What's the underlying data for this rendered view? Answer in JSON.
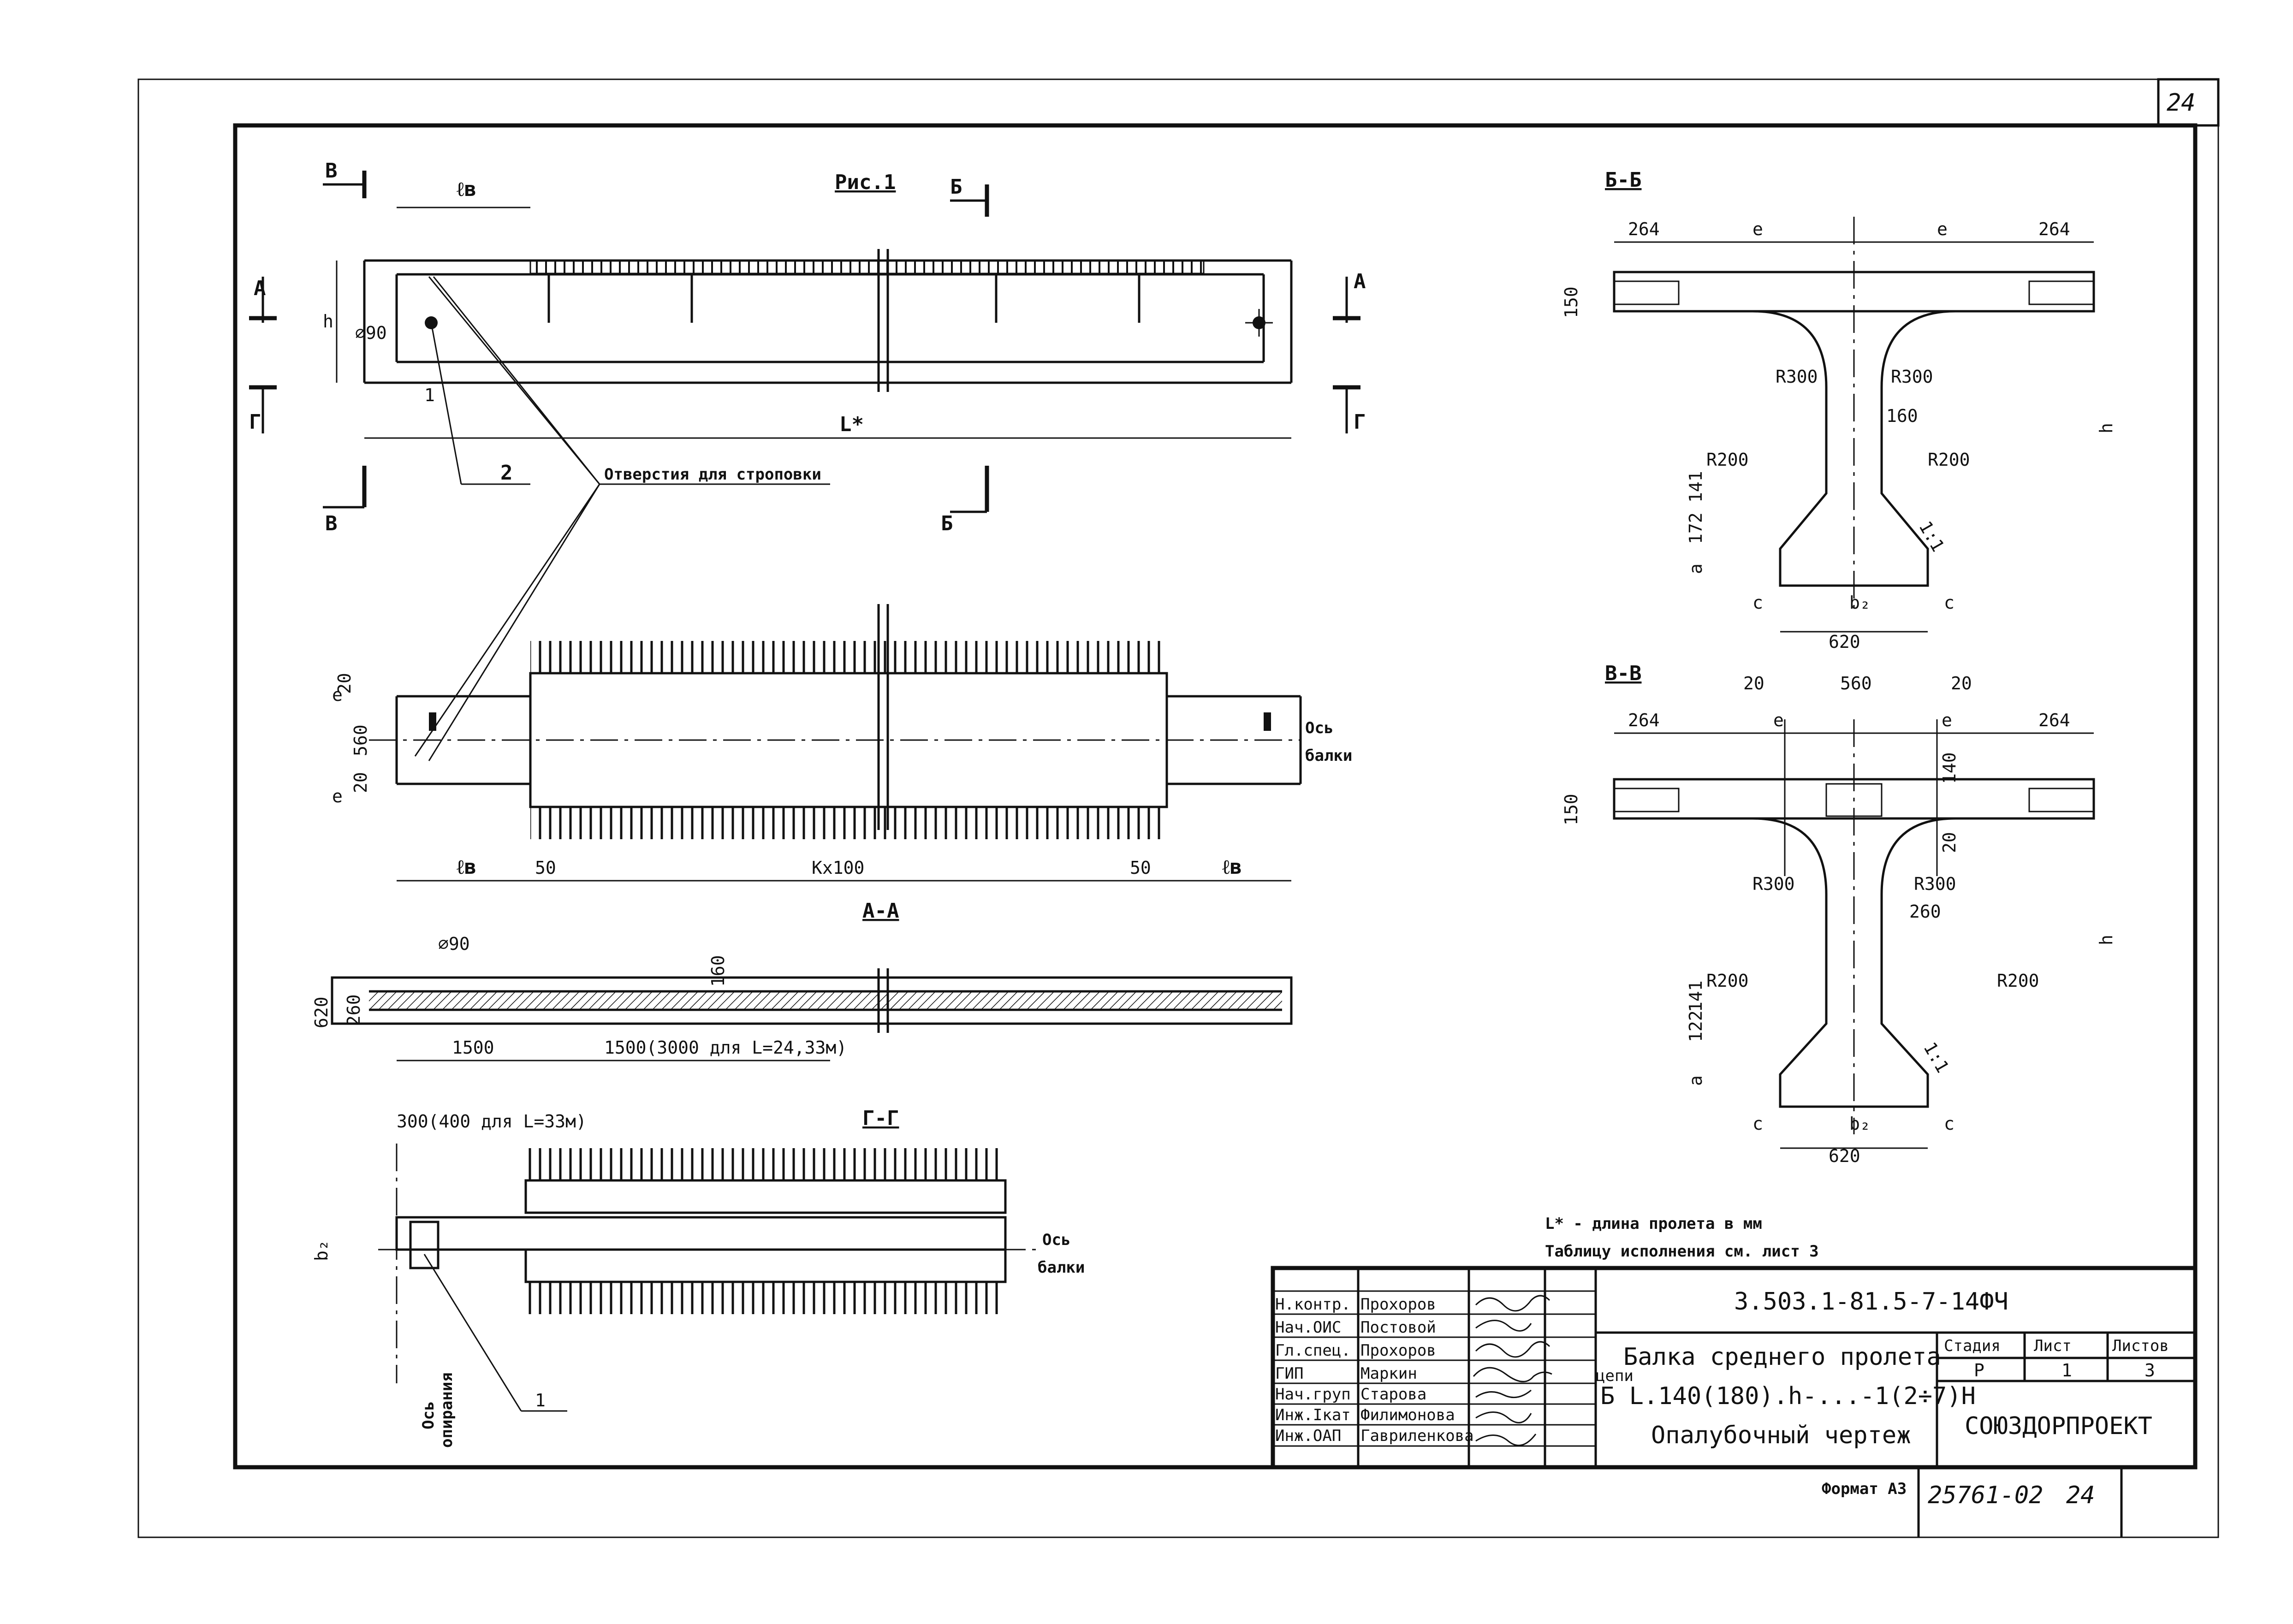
{
  "sheet": {
    "page_number": "24",
    "format_note": "Формат А3",
    "doc_number": "25761-02",
    "doc_sheet": "24"
  },
  "figure": {
    "title": "Рис.1",
    "lifting_holes_label": "Отверстия для строповки",
    "callout_1": "1",
    "callout_2": "2",
    "hole_diameter": "⌀90",
    "span_label": "L*",
    "h_label": "h",
    "lv_label": "ℓв",
    "sec_B": "Б",
    "sec_V": "В",
    "sec_A": "А",
    "sec_G": "Г",
    "axis_label_1": "Ось",
    "axis_label_2": "балки",
    "dim_e": "e",
    "dim_20": "20",
    "dim_560": "560",
    "dim_50": "50",
    "dim_kx100": "Kx100"
  },
  "section_AA": {
    "title": "А-А",
    "dim_620": "620",
    "dim_260": "260",
    "dim_160": "160",
    "dia": "⌀90",
    "dim_1500": "1500",
    "dim_1500_3000": "1500(3000 для L=24,33м)"
  },
  "section_GG": {
    "title": "Г-Г",
    "dim_300": "300(400 для L=33м)",
    "b2": "b₂",
    "axis_label_1": "Ось",
    "axis_label_2": "балки",
    "support_label_1": "Ось",
    "support_label_2": "опирания",
    "callout": "1"
  },
  "section_BB": {
    "title": "Б-Б",
    "dim_264_l": "264",
    "dim_264_r": "264",
    "dim_e_l": "e",
    "dim_e_r": "e",
    "dim_150": "150",
    "r300_l": "R300",
    "r300_r": "R300",
    "dim_160": "160",
    "r200_l": "R200",
    "r200_r": "R200",
    "dim_141": "141",
    "dim_172": "172",
    "dim_a": "a",
    "slope": "1:1",
    "dim_c_l": "c",
    "dim_c_r": "c",
    "b2": "b₂",
    "dim_620": "620",
    "h": "h"
  },
  "section_VV": {
    "title": "В-В",
    "dim_20_l": "20",
    "dim_560": "560",
    "dim_20_r": "20",
    "dim_264_l": "264",
    "dim_264_r": "264",
    "dim_e_l": "e",
    "dim_e_r": "e",
    "dim_150": "150",
    "dim_140": "140",
    "dim_20_v": "20",
    "r300_l": "R300",
    "r300_r": "R300",
    "dim_260": "260",
    "r200_l": "R200",
    "r200_r": "R200",
    "dim_122": "122",
    "dim_141": "141",
    "dim_a": "a",
    "slope": "1:1",
    "dim_c_l": "c",
    "dim_c_r": "c",
    "b2": "b₂",
    "dim_620": "620",
    "h": "h"
  },
  "notes": {
    "note_1": "L* - длина пролета в мм",
    "note_2": "Таблицу исполнения см. лист 3"
  },
  "title_block": {
    "designation": "3.503.1-81.5-7-14ФЧ",
    "name_line_1": "Балка среднего пролета",
    "name_prefix": "цепи",
    "name_line_2": "Б L.140(180).h-...-1(2÷7)H",
    "name_line_3": "Опалубочный чертеж",
    "stage_header": "Стадия",
    "sheet_header": "Лист",
    "sheets_header": "Листов",
    "stage": "Р",
    "sheet": "1",
    "sheets": "3",
    "organization": "СОЮЗДОРПРОЕКТ",
    "staff": [
      {
        "role": "Н.контр.",
        "name": "Прохоров"
      },
      {
        "role": "Нач.ОИС",
        "name": "Постовой"
      },
      {
        "role": "Гл.спец.",
        "name": "Прохоров"
      },
      {
        "role": "ГИП",
        "name": "Маркин"
      },
      {
        "role": "Нач.груп",
        "name": "Старова"
      },
      {
        "role": "Инж.Iкат",
        "name": "Филимонова"
      },
      {
        "role": "Инж.ОАП",
        "name": "Гавриленкова"
      }
    ]
  }
}
